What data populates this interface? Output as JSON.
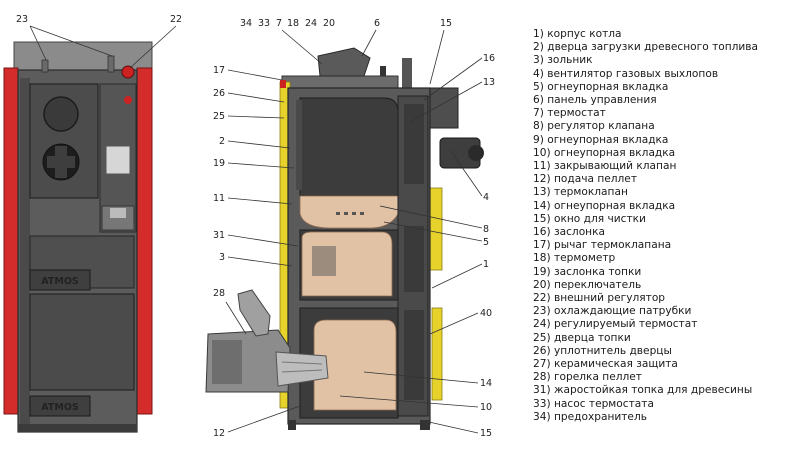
{
  "legend": {
    "items": [
      "1) корпус котла",
      "2) дверца загрузки древесного топлива",
      "3) зольник",
      "4) вентилятор газовых выхлопов",
      "5) огнеупорная вкладка",
      "6) панель управления",
      "7) термостат",
      "8) регулятор клапана",
      "9) огнеупорная вкладка",
      "10) огнеупорная вкладка",
      "11) закрывающий клапан",
      "12) подача пеллет",
      "13) термоклапан",
      "14) огнеупорная вкладка",
      "15) окно для чистки",
      "16) заслонка",
      "17) рычаг термоклапана",
      "18) термометр",
      "19) заслонка топки",
      "20) переключатель",
      "22) внешний регулятор",
      "23) охлаждающие патрубки",
      "24) регулируемый термостат",
      "25) дверца топки",
      "26) уплотнитель дверцы",
      "27) керамическая защита",
      "28) горелка пеллет",
      "31) жаростойкая топка для древесины",
      "33) насос термостата",
      "34) предохранитель"
    ]
  },
  "front_view": {
    "brand_top": "ATMOS",
    "brand_bottom": "ATMOS",
    "callouts": [
      "23",
      "22"
    ]
  },
  "section_view": {
    "top_callouts": [
      "34",
      "33",
      "7",
      "18",
      "24",
      "20",
      "6"
    ],
    "left_callouts": [
      "17",
      "26",
      "25",
      "2",
      "19",
      "11",
      "31",
      "3",
      "28",
      "12"
    ],
    "right_callouts": [
      "15",
      "16",
      "13",
      "4",
      "8",
      "5",
      "1",
      "40",
      "14",
      "10",
      "15"
    ]
  },
  "colors": {
    "boiler_body": "#5a5a5a",
    "side_panel": "#d42b2b",
    "insulation": "#e6d22a",
    "refractory": "#e2c2a4",
    "dark_metal": "#3c3c3c"
  }
}
